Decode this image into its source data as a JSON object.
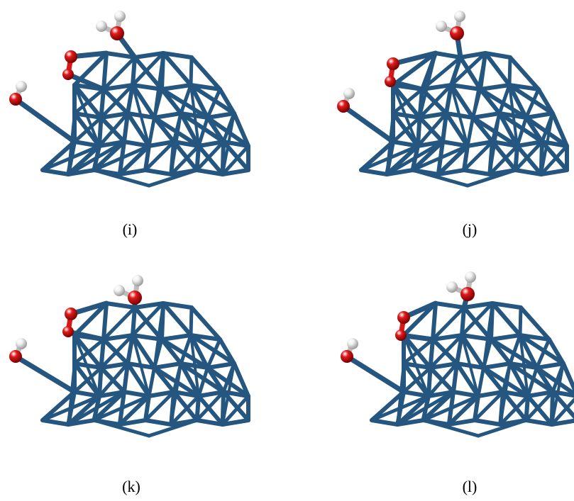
{
  "figure": {
    "panels": [
      {
        "id": "i",
        "caption": "(i)"
      },
      {
        "id": "j",
        "caption": "(j)"
      },
      {
        "id": "k",
        "caption": "(k)"
      },
      {
        "id": "l",
        "caption": "(l)"
      }
    ]
  },
  "colors": {
    "cluster": "#2b5f8c",
    "oxygen": "#e01b1b",
    "hydrogen": "#f2f2f2"
  }
}
